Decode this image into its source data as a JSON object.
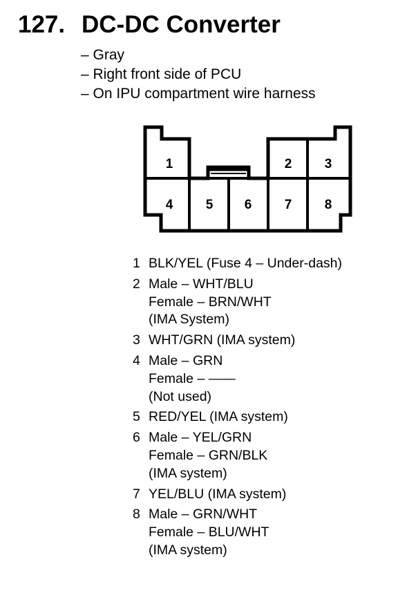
{
  "page": {
    "number": "127.",
    "title": "DC-DC Converter"
  },
  "details": [
    "– Gray",
    "– Right front side of PCU",
    "– On IPU compartment wire harness"
  ],
  "connector": {
    "cavities": [
      "1",
      "2",
      "3",
      "4",
      "5",
      "6",
      "7",
      "8"
    ]
  },
  "pins": [
    {
      "num": "1",
      "lines": [
        "BLK/YEL (Fuse 4 – Under-dash)"
      ]
    },
    {
      "num": "2",
      "lines": [
        "Male – WHT/BLU",
        "Female – BRN/WHT",
        "(IMA System)"
      ]
    },
    {
      "num": "3",
      "lines": [
        "WHT/GRN (IMA system)"
      ]
    },
    {
      "num": "4",
      "lines": [
        "Male – GRN",
        "Female – ——",
        "(Not used)"
      ]
    },
    {
      "num": "5",
      "lines": [
        "RED/YEL (IMA system)"
      ]
    },
    {
      "num": "6",
      "lines": [
        "Male – YEL/GRN",
        "Female – GRN/BLK",
        "(IMA system)"
      ]
    },
    {
      "num": "7",
      "lines": [
        "YEL/BLU (IMA system)"
      ]
    },
    {
      "num": "8",
      "lines": [
        "Male – GRN/WHT",
        "Female – BLU/WHT",
        "(IMA system)"
      ]
    }
  ]
}
